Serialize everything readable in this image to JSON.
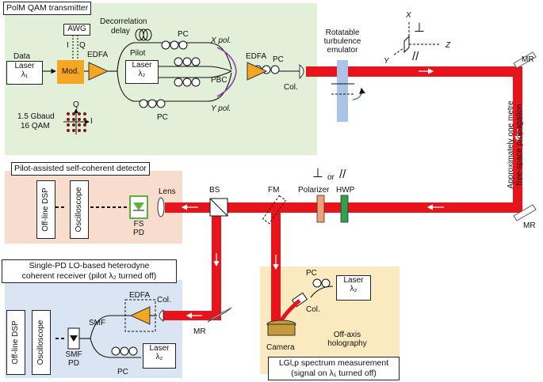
{
  "panels": {
    "transmitter": "PolM QAM transmitter",
    "pilot_detector": "Pilot-assisted self-coherent detector",
    "heterodyne_line1": "Single-PD LO-based heterodyne",
    "heterodyne_line2": "coherent receiver (pilot λ₂ turned off)",
    "spectrum_line1": "LGl,p spectrum measurement",
    "spectrum_line2": "(signal on λ₁ turned off)"
  },
  "transmitter": {
    "data": "Data",
    "laser": "Laser",
    "lambda1": "λ₁",
    "awg": "AWG",
    "awg_i": "I",
    "awg_q": "Q",
    "mod": "Mod.",
    "edfa": "EDFA",
    "decorrelation_1": "Decorrelation",
    "decorrelation_2": "delay",
    "pilot": "Pilot",
    "lambda2": "λ₂",
    "pc": "PC",
    "x_pol": "X pol.",
    "y_pol": "Y pol.",
    "pbc": "PBC",
    "baud": "1.5 Gbaud",
    "qam": "16 QAM",
    "axis_q": "Q",
    "axis_i": "I",
    "col": "Col."
  },
  "free_space": {
    "turbulence_1": "Rotatable",
    "turbulence_2": "turbulence",
    "turbulence_3": "emulator",
    "axis_x": "X",
    "axis_y": "Y",
    "axis_z": "Z",
    "perp": "⊥",
    "para": "//",
    "mr": "MR",
    "propagation_1": "Approximately one metre",
    "propagation_2": "free-space propagation",
    "polarizer": "Polarizer",
    "hwp": "HWP",
    "or": "or",
    "fm": "FM",
    "bs": "BS"
  },
  "pilot_detector": {
    "offline_dsp": "Off-line DSP",
    "oscilloscope": "Oscilloscope",
    "fs_pd_1": "FS",
    "fs_pd_2": "PD",
    "lens": "Lens"
  },
  "heterodyne": {
    "offline_dsp": "Off-line DSP",
    "oscilloscope": "Oscilloscope",
    "smf": "SMF",
    "smf_pd_1": "SMF",
    "smf_pd_2": "PD",
    "edfa": "EDFA",
    "col": "Col.",
    "laser": "Laser",
    "lambda2": "λ₂",
    "pc": "PC",
    "mr": "MR"
  },
  "holography": {
    "pc": "PC",
    "laser": "Laser",
    "lambda2": "λ₂",
    "col": "Col.",
    "camera": "Camera",
    "offaxis_1": "Off-axis",
    "offaxis_2": "holography"
  },
  "colors": {
    "beam": "#e8141c",
    "edfa": "#f5a623",
    "mod": "#f5a623",
    "tx_panel": "#e2efd9",
    "pilot_panel": "#f8dccd",
    "lo_panel": "#d9e5f3",
    "holo_panel": "#fbe9c0",
    "pbc_fiber": "#8e44ad",
    "turbulence": "#a9c4e6",
    "polarizer": "#f0a173",
    "hwp": "#2ea24a",
    "qam_dot": "#7b1a14"
  }
}
